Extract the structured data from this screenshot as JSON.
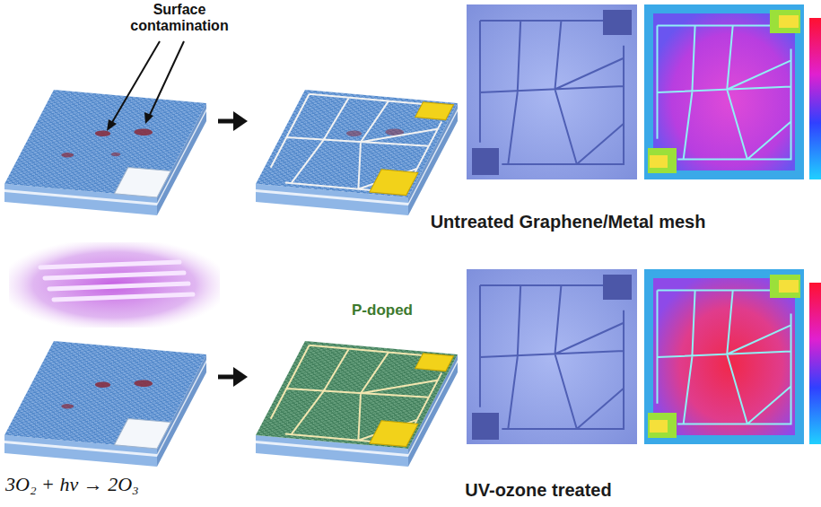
{
  "diagram": {
    "labels": [
      "Surface contamination",
      "Untreated Graphene/Metal mesh",
      "P-doped",
      "3O₂ + hν → 2O₃",
      "UV-ozone treated"
    ]
  }
}
